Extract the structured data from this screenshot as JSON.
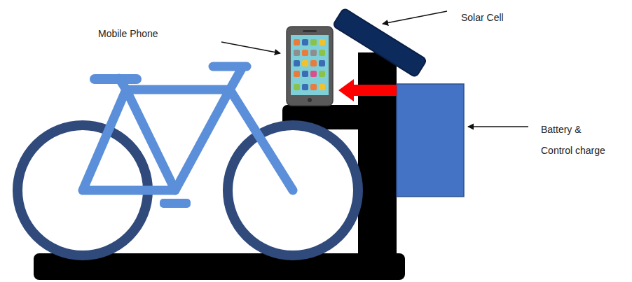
{
  "diagram": {
    "labels": [
      "Mobile Phone",
      "Solar Cell",
      "Battery & Control charge"
    ]
  }
}
